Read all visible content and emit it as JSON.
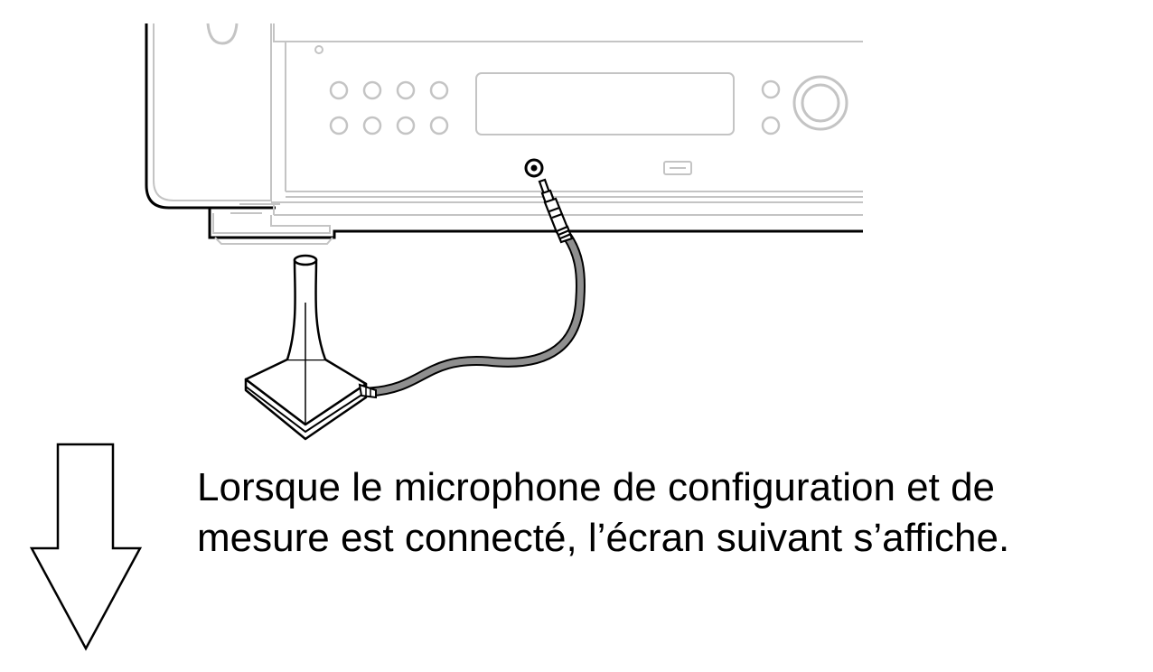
{
  "caption": {
    "line1": "Lorsque le microphone de configuration et de",
    "line2": "mesure est connecté, l’écran suivant s’affiche."
  },
  "colors": {
    "receiver_outline": "#bdbdbd",
    "dark_outline": "#000000",
    "cable": "#8f8f8f",
    "arrow": "#000000"
  },
  "icons": {
    "flow": "down-arrow-icon",
    "device": "av-receiver",
    "microphone": "setup-microphone-icon",
    "port": "headphone-jack-icon",
    "usb": "usb-port-icon"
  }
}
